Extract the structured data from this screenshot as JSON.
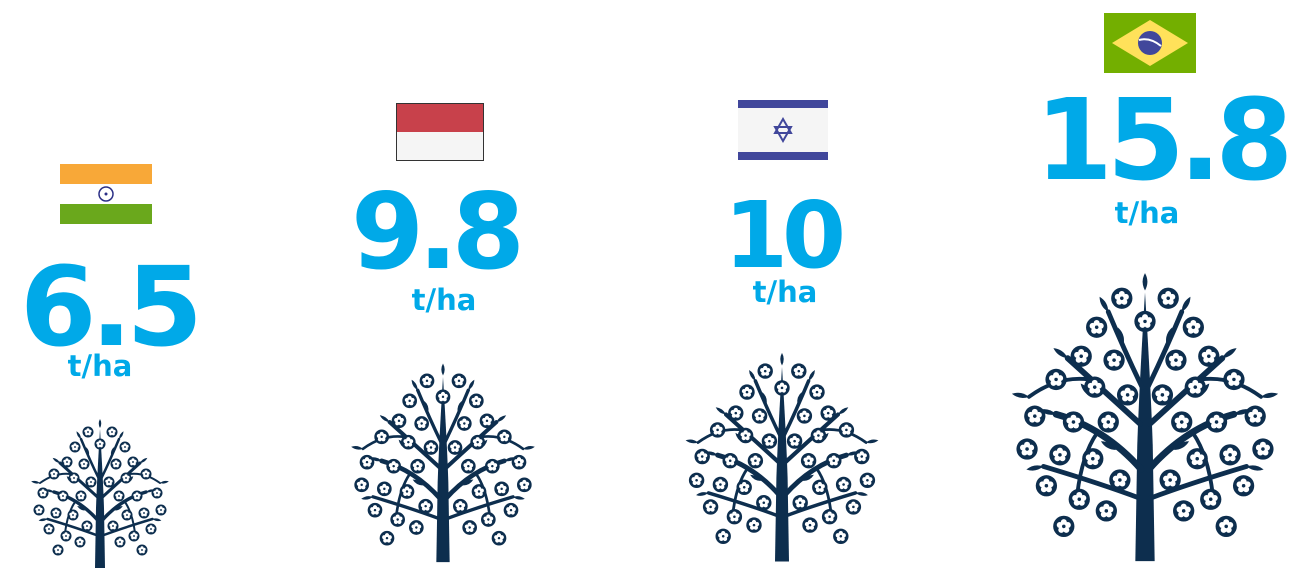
{
  "colors": {
    "accent": "#00a9e8",
    "tree": "#0d2e4e"
  },
  "items": [
    {
      "country": "India",
      "flag_icon": "india-flag-icon",
      "value": "6.5",
      "unit": "t/ha"
    },
    {
      "country": "Indonesia",
      "flag_icon": "indonesia-flag-icon",
      "value": "9.8",
      "unit": "t/ha"
    },
    {
      "country": "Israel",
      "flag_icon": "israel-flag-icon",
      "value": "10",
      "unit": "t/ha"
    },
    {
      "country": "Brazil",
      "flag_icon": "brazil-flag-icon",
      "value": "15.8",
      "unit": "t/ha"
    }
  ]
}
